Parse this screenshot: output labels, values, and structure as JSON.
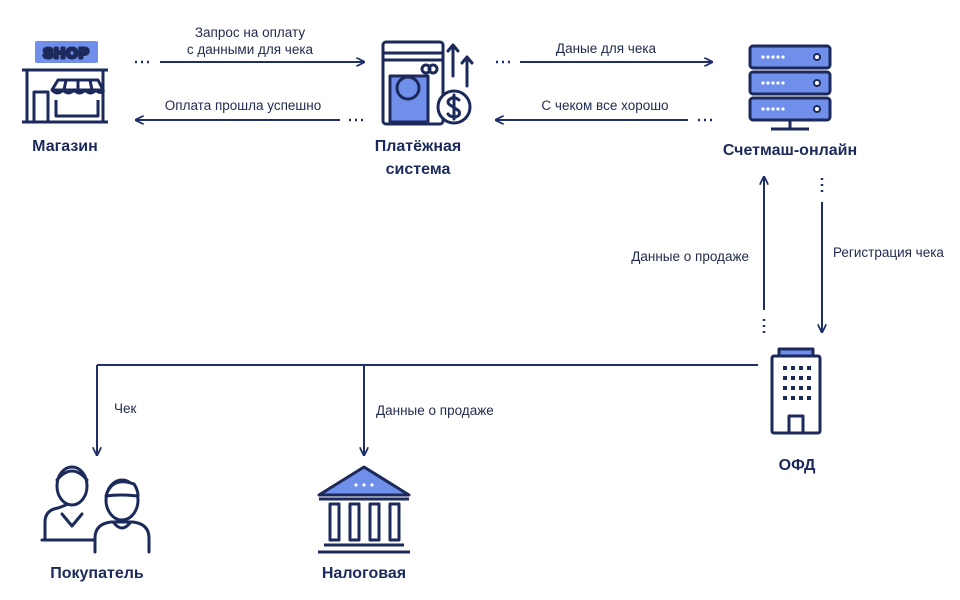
{
  "colors": {
    "navy": "#1c2a5b",
    "accent": "#6f8fea",
    "line": "#1f2f67"
  },
  "nodes": {
    "shop": {
      "label": "Магазин",
      "sign": "SHOP",
      "icon": "storefront-icon"
    },
    "payment": {
      "label_line1": "Платёжная",
      "label_line2": "система",
      "icon": "payment-terminal-icon"
    },
    "server": {
      "label": "Счетмаш-онлайн",
      "icon": "server-icon"
    },
    "ofd": {
      "label": "ОФД",
      "icon": "office-building-icon"
    },
    "buyer": {
      "label": "Покупатель",
      "icon": "users-icon"
    },
    "tax": {
      "label": "Налоговая",
      "icon": "bank-building-icon"
    }
  },
  "edges": {
    "shop_to_payment": {
      "line1": "Запрос на оплату",
      "line2": "с данными для чека"
    },
    "payment_to_shop": {
      "label": "Оплата прошла успешно"
    },
    "payment_to_server": {
      "label": "Даные для чека"
    },
    "server_to_payment": {
      "label": "С чеком все хорошо"
    },
    "ofd_to_server": {
      "label": "Данные о продаже"
    },
    "server_to_ofd": {
      "label": "Регистрация чека"
    },
    "ofd_to_buyer": {
      "label": "Чек"
    },
    "ofd_to_tax": {
      "label": "Данные о продаже"
    }
  }
}
